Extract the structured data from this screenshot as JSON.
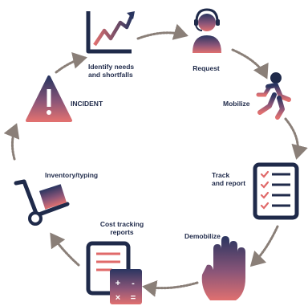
{
  "diagram": {
    "steps": [
      {
        "label": "Identify needs\nand shortfalls",
        "icon": "trend-chart-icon"
      },
      {
        "label": "Request",
        "icon": "headset-operator-icon"
      },
      {
        "label": "Mobilize",
        "icon": "running-person-icon"
      },
      {
        "label": "Track\nand report",
        "icon": "checklist-icon"
      },
      {
        "label": "Demobilize",
        "icon": "stop-hand-icon"
      },
      {
        "label": "Cost tracking\nreports",
        "icon": "calculator-report-icon"
      },
      {
        "label": "Inventory/typing",
        "icon": "hand-truck-icon"
      },
      {
        "label": "INCIDENT",
        "icon": "warning-triangle-icon"
      }
    ],
    "colors": {
      "navy": "#1f2a4a",
      "coral": "#e06a6a",
      "arrow": "#8a7f78"
    }
  }
}
